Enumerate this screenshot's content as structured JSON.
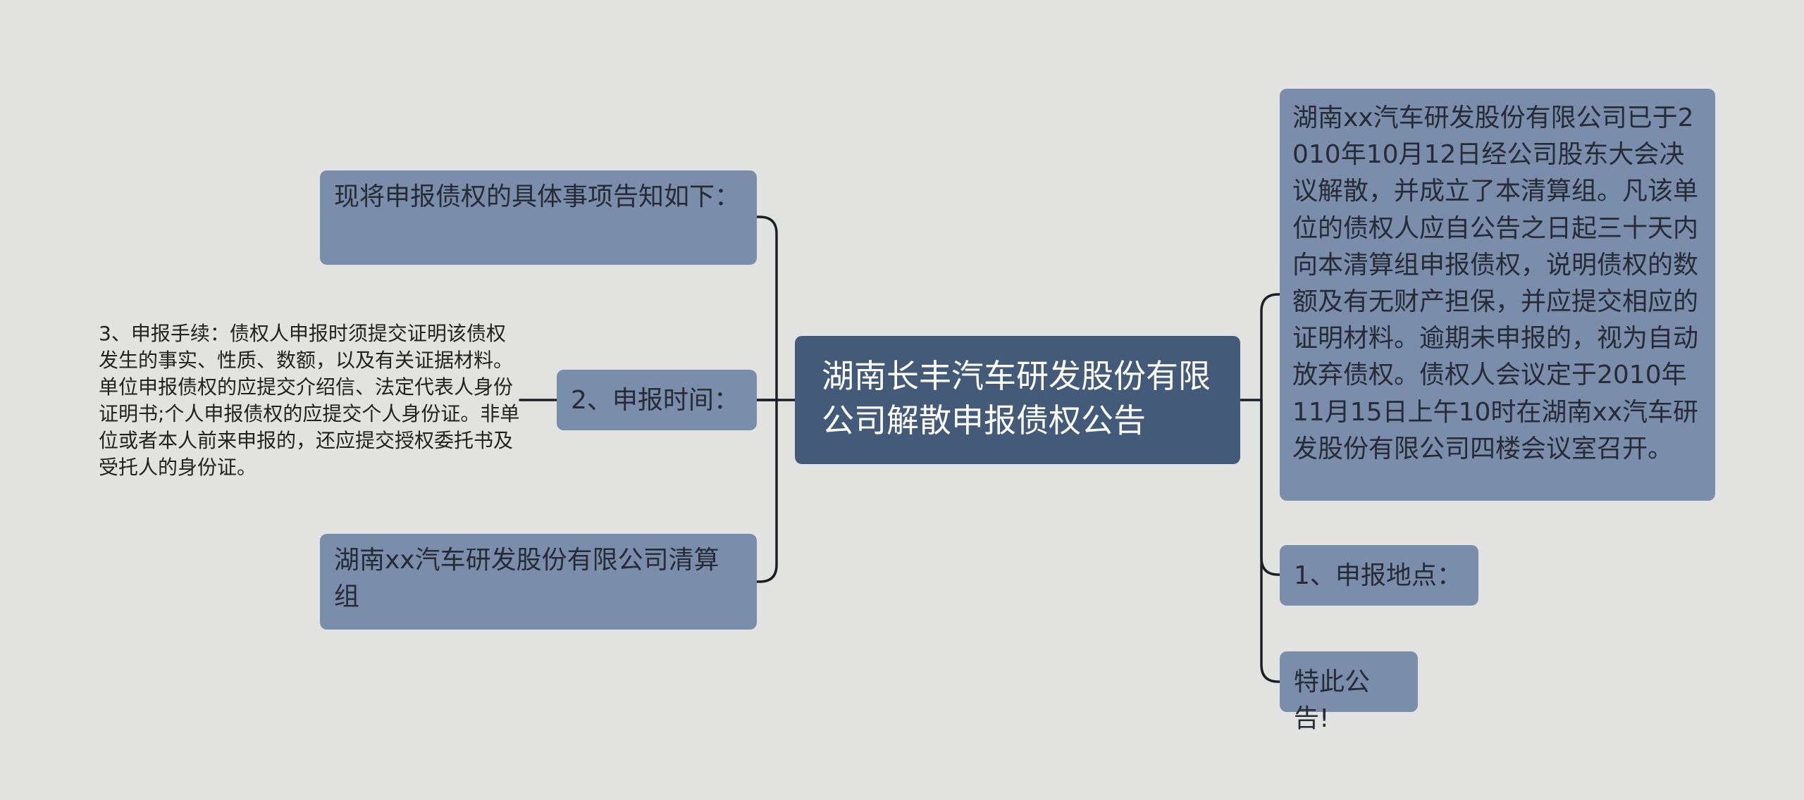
{
  "central": {
    "text": "湖南长丰汽车研发股份有限公司解散申报债权公告"
  },
  "left": {
    "intro": "现将申报债权的具体事项告知如下：",
    "time": "2、申报时间：",
    "procedure": "3、申报手续：债权人申报时须提交证明该债权发生的事实、性质、数额，以及有关证据材料。单位申报债权的应提交介绍信、法定代表人身份证明书;个人申报债权的应提交个人身份证。非单位或者本人前来申报的，还应提交授权委托书及受托人的身份证。",
    "team": "湖南xx汽车研发股份有限公司清算组"
  },
  "right": {
    "notice": "湖南xx汽车研发股份有限公司已于2010年10月12日经公司股东大会决议解散，并成立了本清算组。凡该单位的债权人应自公告之日起三十天内向本清算组申报债权，说明债权的数额及有无财产担保，并应提交相应的证明材料。逾期未申报的，视为自动放弃债权。债权人会议定于2010年11月15日上午10时在湖南xx汽车研发股份有限公司四楼会议室召开。",
    "location": "1、申报地点：",
    "closing": "特此公告!"
  },
  "colors": {
    "background": "#e2e3e0",
    "central": "#435a78",
    "node": "#7a8dab",
    "line": "#1c1f24"
  }
}
